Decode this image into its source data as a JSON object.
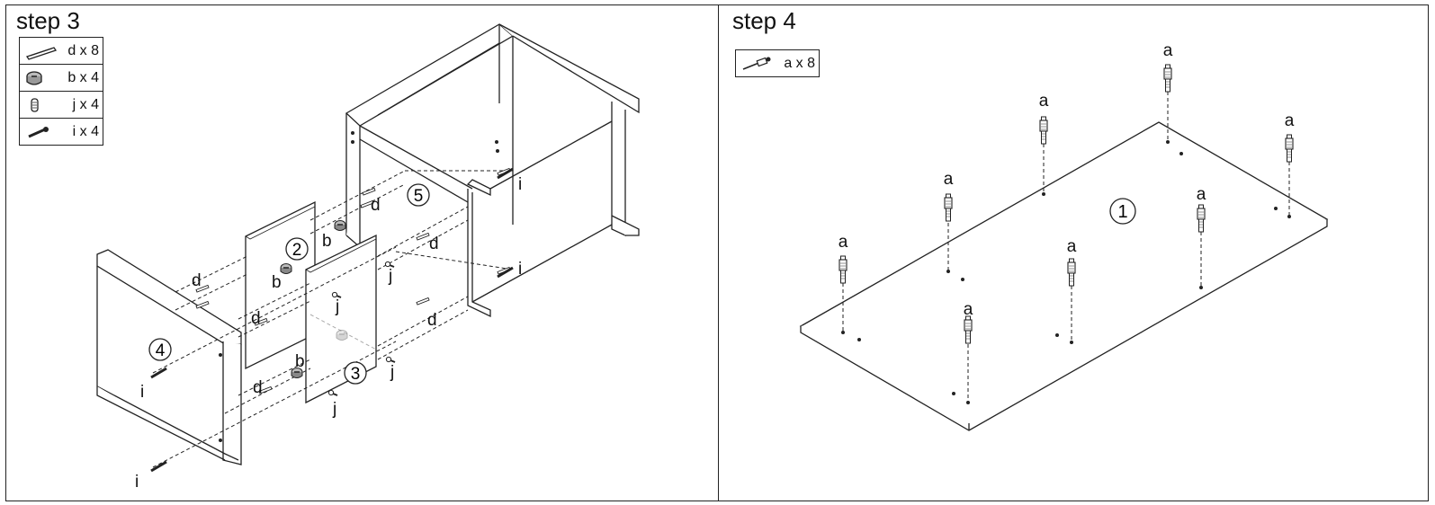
{
  "step3": {
    "title": "step 3",
    "parts": [
      {
        "icon": "dowel-icon",
        "label": "d x 8"
      },
      {
        "icon": "cam-lock-icon",
        "label": "b x 4"
      },
      {
        "icon": "cam-bolt-icon",
        "label": "j x 4"
      },
      {
        "icon": "screw-icon",
        "label": "i x 4"
      }
    ],
    "panel_numbers": {
      "p2": "2",
      "p3": "3",
      "p4": "4",
      "p5": "5"
    },
    "callouts": {
      "d": "d",
      "b": "b",
      "j": "j",
      "i": "i"
    }
  },
  "step4": {
    "title": "step 4",
    "parts": [
      {
        "icon": "cam-bolt-icon",
        "label": "a x 8"
      }
    ],
    "panel_number": "1",
    "callout": "a"
  }
}
